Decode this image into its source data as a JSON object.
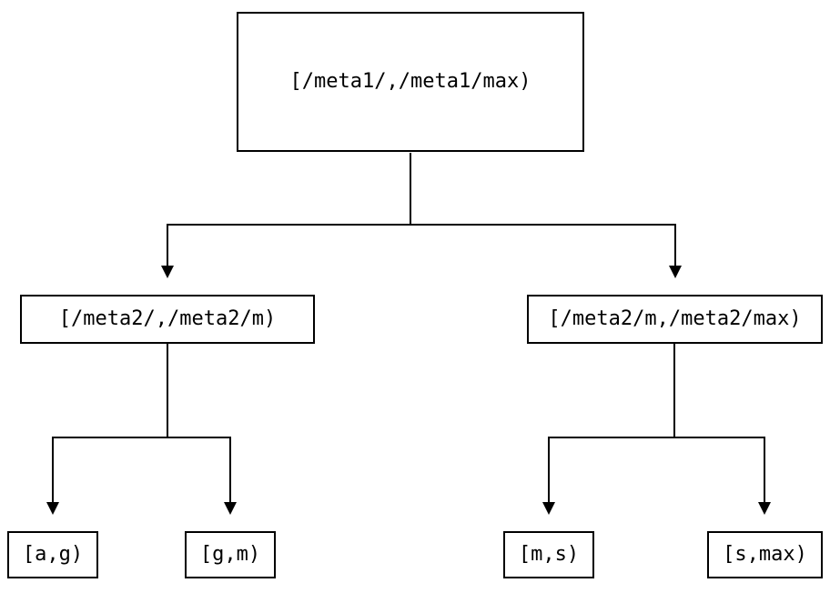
{
  "diagram": {
    "title": "interval-split-tree",
    "colors": {
      "background": "#ffffff",
      "line": "#000000",
      "box_border": "#000000",
      "text": "#000000"
    },
    "nodes": {
      "root": {
        "label": "[/meta1/,/meta1/max)"
      },
      "left_child": {
        "label": "[/meta2/,/meta2/m)"
      },
      "right_child": {
        "label": "[/meta2/m,/meta2/max)"
      },
      "leaves": [
        {
          "label": "[a,g)"
        },
        {
          "label": "[g,m)"
        },
        {
          "label": "[m,s)"
        },
        {
          "label": "[s,max)"
        }
      ]
    },
    "edges": [
      {
        "from": "root",
        "to": "left_child"
      },
      {
        "from": "root",
        "to": "right_child"
      },
      {
        "from": "left_child",
        "to": "leaf [a,g)"
      },
      {
        "from": "left_child",
        "to": "leaf [g,m)"
      },
      {
        "from": "right_child",
        "to": "leaf [m,s)"
      },
      {
        "from": "right_child",
        "to": "leaf [s,max)"
      }
    ]
  }
}
